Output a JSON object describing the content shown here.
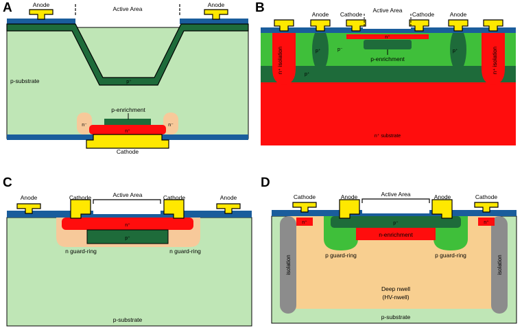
{
  "colors": {
    "p_substrate": "#bfe6b6",
    "p_plus": "#1e6b3a",
    "n_plus": "#ff0d0d",
    "n_light": "#f7c99a",
    "deep_nwell": "#f8cf90",
    "p_guard": "#3fbf3a",
    "metal": "#ffe800",
    "oxide": "#1a5d9c",
    "isolation_gray": "#8c8c8c"
  },
  "panel_a": {
    "letter": "A",
    "anode_left": "Anode",
    "anode_right": "Anode",
    "active_area": "Active Area",
    "p_plus": "p⁺",
    "p_substrate": "p-substrate",
    "p_enrichment": "p-enrichment",
    "n_minus_left": "n⁻",
    "n_minus_right": "n⁻",
    "n_plus": "n⁺",
    "cathode": "Cathode"
  },
  "panel_b": {
    "letter": "B",
    "anode_left": "Anode",
    "cathode_left": "Cathode",
    "active_area": "Active Area",
    "cathode_right": "Cathode",
    "anode_right": "Anode",
    "n_plus_top": "n⁺",
    "isolation_left": "n⁺ isolation",
    "isolation_right": "n⁺ isolation",
    "p_plus_left": "p⁺",
    "p_minus": "p⁻",
    "p_plus_right": "p⁺",
    "p_enrichment": "p-enrichment",
    "p_plus_bottom": "p⁺",
    "n_substrate": "n⁺ substrate"
  },
  "panel_c": {
    "letter": "C",
    "anode_left": "Anode",
    "cathode_left": "Cathode",
    "active_area": "Active Area",
    "cathode_right": "Cathode",
    "anode_right": "Anode",
    "n_plus": "n⁺",
    "p_plus": "p⁺",
    "guard_left": "n guard-ring",
    "guard_right": "n guard-ring",
    "p_substrate": "p-substrate"
  },
  "panel_d": {
    "letter": "D",
    "cathode_left": "Cathode",
    "anode_left": "Anode",
    "active_area": "Active Area",
    "anode_right": "Anode",
    "cathode_right": "Cathode",
    "n_plus_left": "n⁺",
    "p_plus": "p⁺",
    "n_plus_right": "n⁺",
    "n_enrichment": "n-enrichment",
    "guard_left": "p guard-ring",
    "guard_right": "p guard-ring",
    "isolation_left": "isolation",
    "isolation_right": "isolation",
    "deep_nwell": "Deep nwell",
    "hv_nwell": "(HV-nwell)",
    "p_substrate": "p-substrate"
  }
}
